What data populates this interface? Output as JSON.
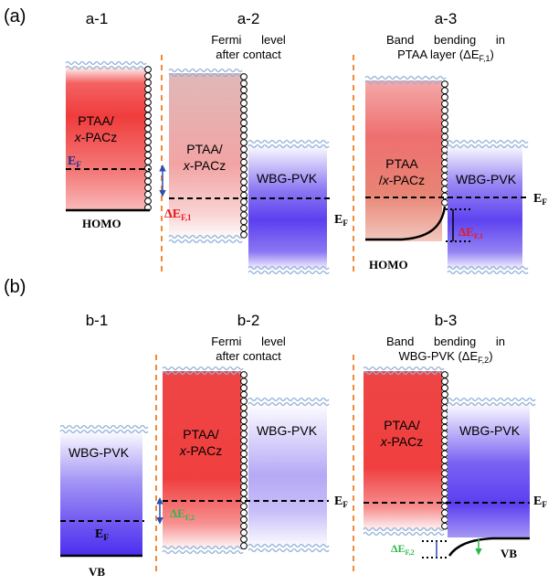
{
  "panel_a": {
    "label": "(a)",
    "a1": {
      "title": "a-1",
      "layer_line1": "PTAA/",
      "layer_line2_italic": "x",
      "layer_line2_rest": "-PACz",
      "ef_label": "E",
      "ef_sub": "F",
      "homo_label": "HOMO"
    },
    "a2": {
      "title": "a-2",
      "caption_line1": "Fermi      level",
      "caption_line2": "after contact",
      "layer_line1": "PTAA/",
      "layer_line2_italic": "x",
      "layer_line2_rest": "-PACz",
      "pvk_label": "WBG-PVK",
      "delta_label": "ΔE",
      "delta_sub": "F,1",
      "ef_label": "E",
      "ef_sub": "F"
    },
    "a3": {
      "title": "a-3",
      "caption_line1": "Band      bending      in",
      "caption_line2": "PTAA layer (ΔE",
      "caption_line2_sub": "F,1",
      "caption_line2_end": ")",
      "layer_line1": "PTAA",
      "layer_line2_pre": "/",
      "layer_line2_italic": "x",
      "layer_line2_rest": "-PACz",
      "pvk_label": "WBG-PVK",
      "delta_label": "ΔE",
      "delta_sub": "F,1",
      "ef_label": "E",
      "ef_sub": "F",
      "homo_label": "HOMO"
    }
  },
  "panel_b": {
    "label": "(b)",
    "b1": {
      "title": "b-1",
      "pvk_label": "WBG-PVK",
      "ef_label": "E",
      "ef_sub": "F",
      "vb_label": "VB"
    },
    "b2": {
      "title": "b-2",
      "caption_line1": "Fermi      level",
      "caption_line2": "after contact",
      "layer_line1": "PTAA/",
      "layer_line2_italic": "x",
      "layer_line2_rest": "-PACz",
      "pvk_label": "WBG-PVK",
      "delta_label": "ΔE",
      "delta_sub": "F,2",
      "ef_label": "E",
      "ef_sub": "F"
    },
    "b3": {
      "title": "b-3",
      "caption_line1": "Band      bending      in",
      "caption_line2": "WBG-PVK (ΔE",
      "caption_line2_sub": "F,2",
      "caption_line2_end": ")",
      "layer_line1": "PTAA/",
      "layer_line2_italic": "x",
      "layer_line2_rest": "-PACz",
      "pvk_label": "WBG-PVK",
      "delta_label": "ΔE",
      "delta_sub": "F,2",
      "ef_label": "E",
      "ef_sub": "F",
      "vb_label": "VB"
    }
  },
  "colors": {
    "ptaa_red": "#f04a4a",
    "pvk_blue": "#5b3ff0",
    "separator_orange": "#f08a3a",
    "delta_red": "#e8191c",
    "delta_green": "#2db84a",
    "arrow_blue": "#2a4fb0",
    "wave_blue": "#8fb0d8"
  }
}
